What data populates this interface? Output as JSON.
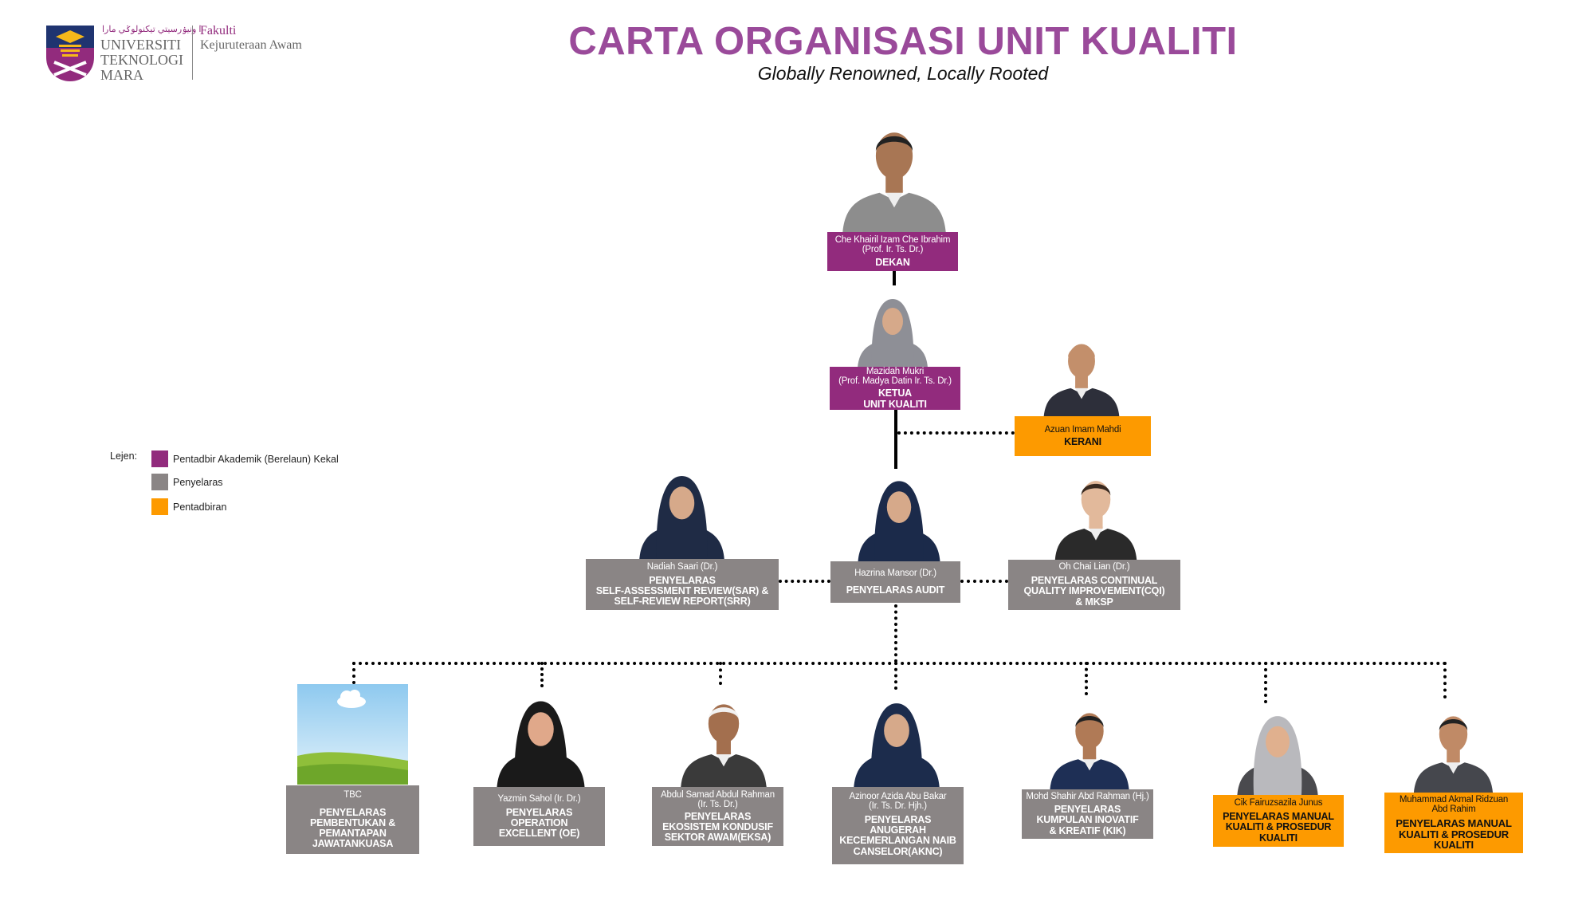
{
  "header": {
    "title": "CARTA ORGANISASI UNIT KUALITI",
    "subtitle": "Globally Renowned, Locally Rooted",
    "logo": {
      "line1": "UNIVERSITI",
      "line2": "TEKNOLOGI",
      "line3": "MARA",
      "faculty_label": "Fakulti",
      "faculty_name": "Kejuruteraan Awam"
    }
  },
  "colors": {
    "purple": "#922b7d",
    "gray": "#8a8585",
    "orange": "#fd9a00",
    "title": "#9a4a9a"
  },
  "legend": {
    "label": "Lejen:",
    "items": [
      {
        "label": "Pentadbir Akademik (Berelaun) Kekal",
        "color": "#922b7d"
      },
      {
        "label": "Penyelaras",
        "color": "#8a8585"
      },
      {
        "label": "Pentadbiran",
        "color": "#fd9a00"
      }
    ]
  },
  "nodes": {
    "dekan": {
      "name": "Che Khairil Izam Che Ibrahim\n(Prof. Ir. Ts. Dr.)",
      "title": "DEKAN"
    },
    "ketua": {
      "name": "Mazidah Mukri\n(Prof. Madya Datin Ir. Ts. Dr.)",
      "title": "KETUA\nUNIT KUALITI"
    },
    "kerani": {
      "name": "Azuan Imam Mahdi",
      "title": "KERANI"
    },
    "sar": {
      "name": "Nadiah Saari (Dr.)",
      "title": "PENYELARAS\nSELF-ASSESSMENT REVIEW(SAR) &\nSELF-REVIEW REPORT(SRR)"
    },
    "audit": {
      "name": "Hazrina Mansor (Dr.)",
      "title": "PENYELARAS AUDIT"
    },
    "cqi": {
      "name": "Oh Chai Lian (Dr.)",
      "title": "PENYELARAS CONTINUAL\nQUALITY IMPROVEMENT(CQI)\n& MKSP"
    },
    "jk": {
      "name": "TBC",
      "title": "PENYELARAS\nPEMBENTUKAN &\nPEMANTAPAN\nJAWATANKUASA"
    },
    "oe": {
      "name": "Yazmin Sahol (Ir. Dr.)",
      "title": "PENYELARAS\nOPERATION\nEXCELLENT (OE)"
    },
    "eksa": {
      "name": "Abdul Samad Abdul Rahman\n(Ir. Ts. Dr.)",
      "title": "PENYELARAS\nEKOSISTEM KONDUSIF\nSEKTOR AWAM(EKSA)"
    },
    "aknc": {
      "name": "Azinoor Azida Abu Bakar\n(Ir. Ts. Dr. Hjh.)",
      "title": "PENYELARAS\nANUGERAH\nKECEMERLANGAN NAIB\nCANSELOR(AKNC)"
    },
    "kik": {
      "name": "Mohd Shahir Abd Rahman (Hj.)",
      "title": "PENYELARAS\nKUMPULAN INOVATIF\n& KREATIF (KIK)"
    },
    "manual1": {
      "name": "Cik Fairuzsazila Junus",
      "title": "PENYELARAS MANUAL\nKUALITI & PROSEDUR\nKUALITI"
    },
    "manual2": {
      "name": "Muhammad Akmal Ridzuan\nAbd Rahim",
      "title": "PENYELARAS MANUAL\nKUALITI & PROSEDUR\nKUALITI"
    }
  }
}
